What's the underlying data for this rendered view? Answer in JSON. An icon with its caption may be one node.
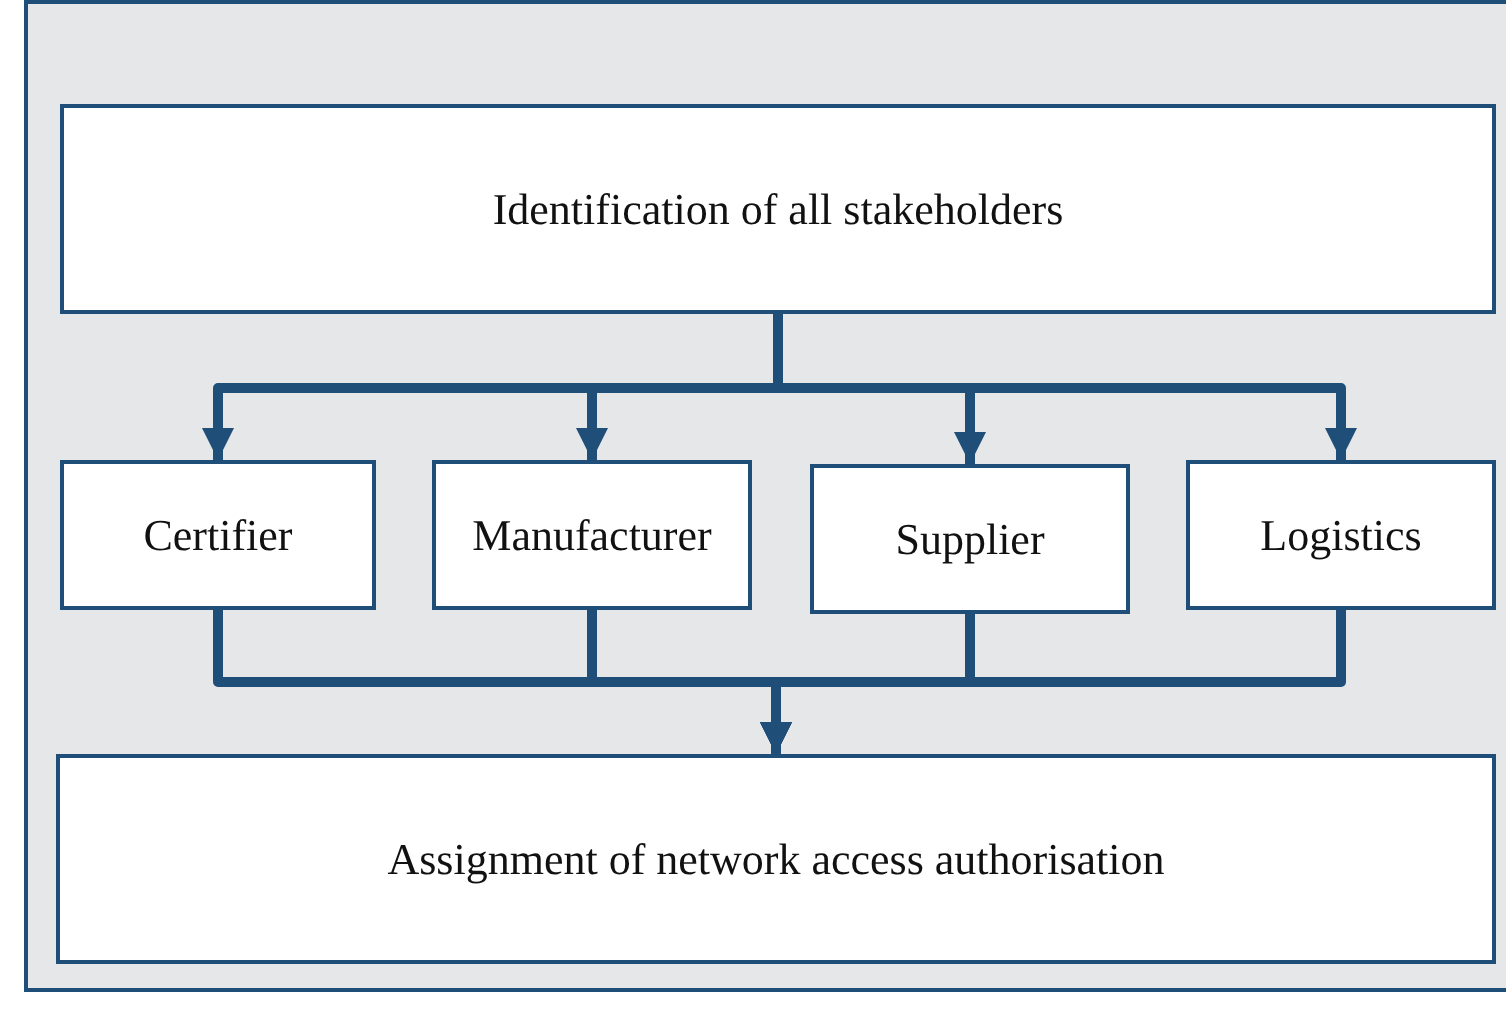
{
  "diagram": {
    "nodes": [
      {
        "text": [
          "Identification of all stakeholders"
        ]
      },
      {
        "text": [
          "Certifier"
        ]
      },
      {
        "text": [
          "Manufacturer"
        ]
      },
      {
        "text": [
          "Supplier"
        ]
      },
      {
        "text": [
          "Logistics"
        ]
      },
      {
        "text": [
          "Assignment of network access authorisation"
        ]
      }
    ],
    "edges": [
      {
        "from": 0,
        "to": 1,
        "arrow": "to"
      },
      {
        "from": 0,
        "to": 2,
        "arrow": "to"
      },
      {
        "from": 0,
        "to": 3,
        "arrow": "to"
      },
      {
        "from": 0,
        "to": 4,
        "arrow": "to"
      },
      {
        "from": 1,
        "to": 5,
        "arrow": "to"
      },
      {
        "from": 2,
        "to": 5,
        "arrow": "to"
      },
      {
        "from": 3,
        "to": 5,
        "arrow": "to"
      },
      {
        "from": 4,
        "to": 5,
        "arrow": "to"
      }
    ]
  }
}
